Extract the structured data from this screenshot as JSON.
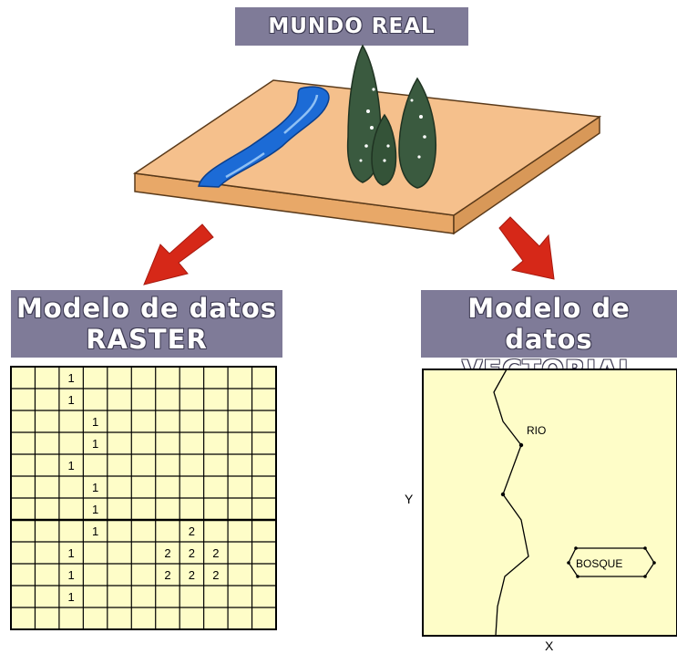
{
  "titles": {
    "real_world": "MUNDO REAL",
    "raster_line1": "Modelo de datos",
    "raster_line2": "RASTER",
    "vector_line1": "Modelo de datos",
    "vector_line2": "VECTORIAL"
  },
  "raster": {
    "rows": 12,
    "cols": 11,
    "cells": [
      {
        "row": 0,
        "col": 2,
        "value": "1"
      },
      {
        "row": 1,
        "col": 2,
        "value": "1"
      },
      {
        "row": 2,
        "col": 3,
        "value": "1"
      },
      {
        "row": 3,
        "col": 3,
        "value": "1"
      },
      {
        "row": 4,
        "col": 2,
        "value": "1"
      },
      {
        "row": 5,
        "col": 3,
        "value": "1"
      },
      {
        "row": 6,
        "col": 3,
        "value": "1"
      },
      {
        "row": 7,
        "col": 3,
        "value": "1"
      },
      {
        "row": 7,
        "col": 7,
        "value": "2"
      },
      {
        "row": 8,
        "col": 2,
        "value": "1"
      },
      {
        "row": 8,
        "col": 6,
        "value": "2"
      },
      {
        "row": 8,
        "col": 7,
        "value": "2"
      },
      {
        "row": 8,
        "col": 8,
        "value": "2"
      },
      {
        "row": 9,
        "col": 2,
        "value": "1"
      },
      {
        "row": 9,
        "col": 6,
        "value": "2"
      },
      {
        "row": 9,
        "col": 7,
        "value": "2"
      },
      {
        "row": 9,
        "col": 8,
        "value": "2"
      },
      {
        "row": 10,
        "col": 2,
        "value": "1"
      }
    ]
  },
  "vector": {
    "river_label": "RIO",
    "forest_label": "BOSQUE",
    "x_axis": "X",
    "y_axis": "Y"
  },
  "colors": {
    "banner": "#7f7b98",
    "board_top": "#f5c08c",
    "river": "#1c6bd6",
    "tree": "#3a5a3f",
    "arrow": "#d62818",
    "grid_fill": "#fefdc8",
    "map_fill": "#fefdc8"
  }
}
